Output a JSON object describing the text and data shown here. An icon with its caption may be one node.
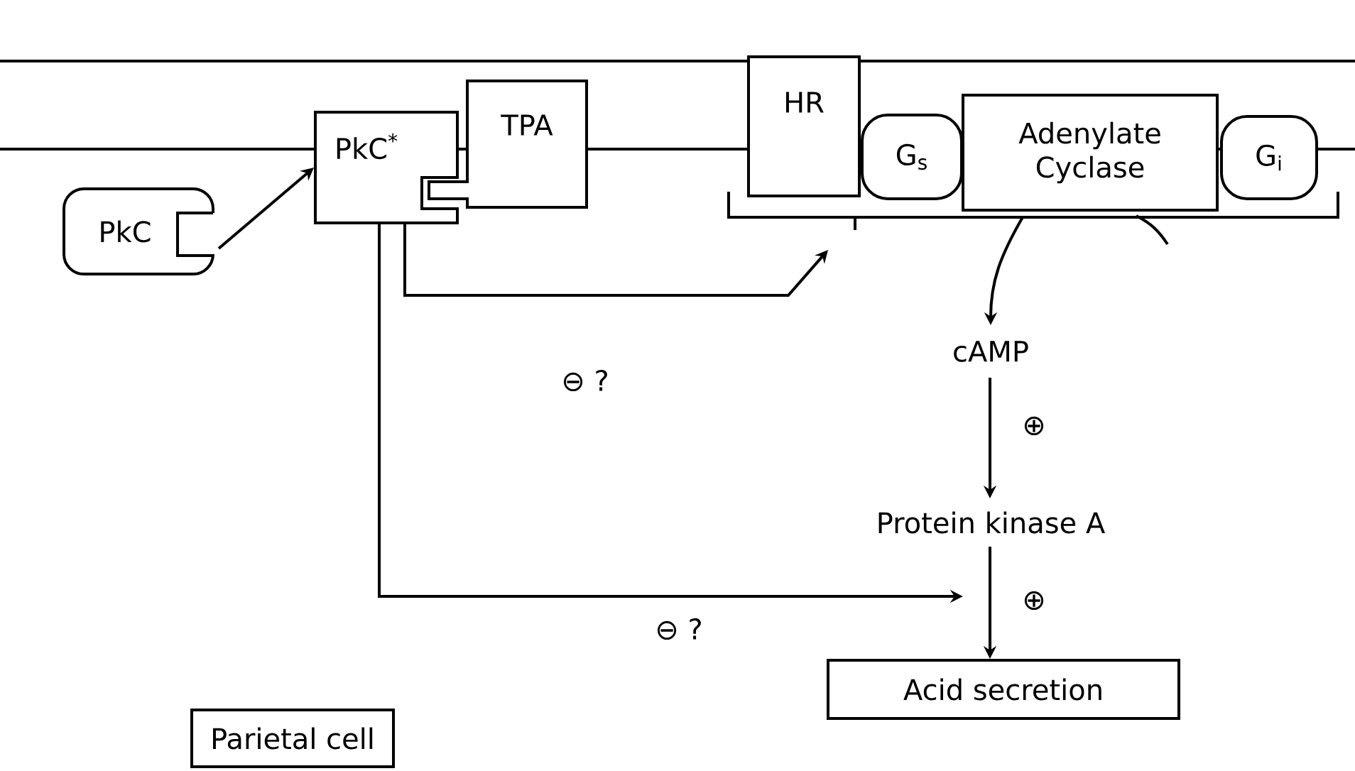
{
  "diagram": {
    "nodes": [
      {
        "text": [
          "PkC"
        ]
      },
      {
        "text": [
          "PkC$^{*}$"
        ]
      },
      {
        "text": [
          "TPA"
        ]
      },
      {
        "text": [
          "HR"
        ]
      },
      {
        "text": [
          "G$_{s}$"
        ]
      },
      {
        "text": [
          "Adenylate Cyclase"
        ]
      },
      {
        "text": [
          "G$_{i}$"
        ]
      },
      {
        "text": [
          "cAMP"
        ]
      },
      {
        "text": [
          "Protein kinase A"
        ]
      },
      {
        "text": [
          "Acid secretion"
        ]
      },
      {
        "text": [
          "Parietal cell"
        ]
      }
    ],
    "edges": [
      {
        "from": 0,
        "to": 1,
        "arrow": "to"
      },
      {
        "from": 1,
        "to": null,
        "arrow": "to",
        "label": "⊖ ?"
      },
      {
        "from": 5,
        "to": 7,
        "arrow": "to"
      },
      {
        "from": 7,
        "to": 8,
        "arrow": "to",
        "label": "⊕"
      },
      {
        "from": 8,
        "to": 9,
        "arrow": "to",
        "label": "⊕"
      },
      {
        "from": 1,
        "to": null,
        "arrow": "to",
        "label": "⊖ ?"
      }
    ]
  }
}
